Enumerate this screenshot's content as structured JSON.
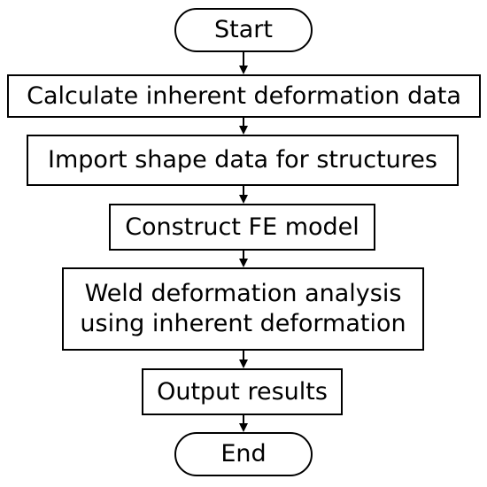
{
  "flowchart": {
    "start": "Start",
    "steps": [
      "Calculate inherent deformation data",
      "Import shape data for structures",
      "Construct FE model"
    ],
    "analysis_line1": "Weld deformation analysis",
    "analysis_line2": "using inherent deformation",
    "output": "Output results",
    "end": "End"
  }
}
